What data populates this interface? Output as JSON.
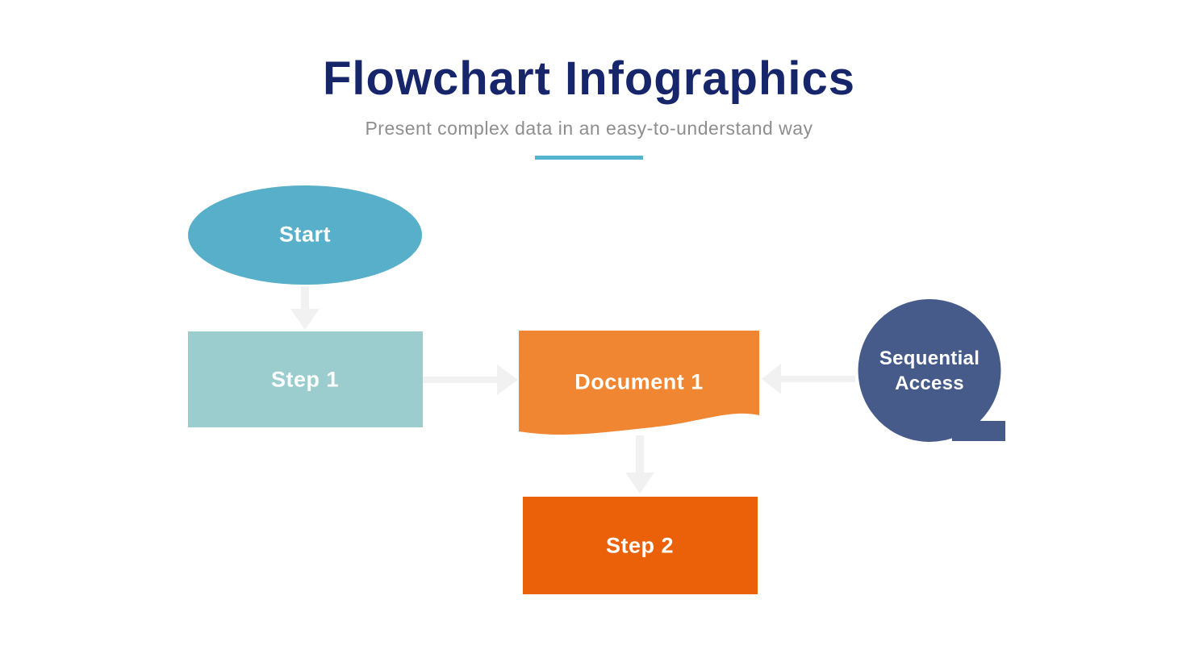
{
  "page": {
    "title": "Flowchart Infographics",
    "subtitle": "Present complex data in an easy-to-understand way"
  },
  "colors": {
    "title_navy": "#17256B",
    "subtitle_gray": "#8E8E8E",
    "underline_teal": "#56B5CE",
    "start_fill": "#57AFC9",
    "step1_fill": "#9BCDCE",
    "document1_fill": "#F08632",
    "step2_fill": "#EB6109",
    "sequential_fill": "#475B8B",
    "connector_gray": "#F1F1F1",
    "node_text": "#FFFFFF"
  },
  "flowchart": {
    "nodes": [
      {
        "id": "start",
        "label": "Start",
        "shape": "ellipse",
        "fill": "#57AFC9"
      },
      {
        "id": "step1",
        "label": "Step 1",
        "shape": "rectangle",
        "fill": "#9BCDCE"
      },
      {
        "id": "document1",
        "label": "Document 1",
        "shape": "document",
        "fill": "#F08632"
      },
      {
        "id": "step2",
        "label": "Step 2",
        "shape": "rectangle",
        "fill": "#EB6109"
      },
      {
        "id": "sequential-access",
        "label": "Sequential Access",
        "shape": "sequential-access",
        "fill": "#475B8B"
      }
    ],
    "connectors": [
      {
        "from": "start",
        "to": "step1",
        "direction": "down"
      },
      {
        "from": "step1",
        "to": "document1",
        "direction": "right"
      },
      {
        "from": "sequential-access",
        "to": "document1",
        "direction": "left"
      },
      {
        "from": "document1",
        "to": "step2",
        "direction": "down"
      }
    ]
  }
}
